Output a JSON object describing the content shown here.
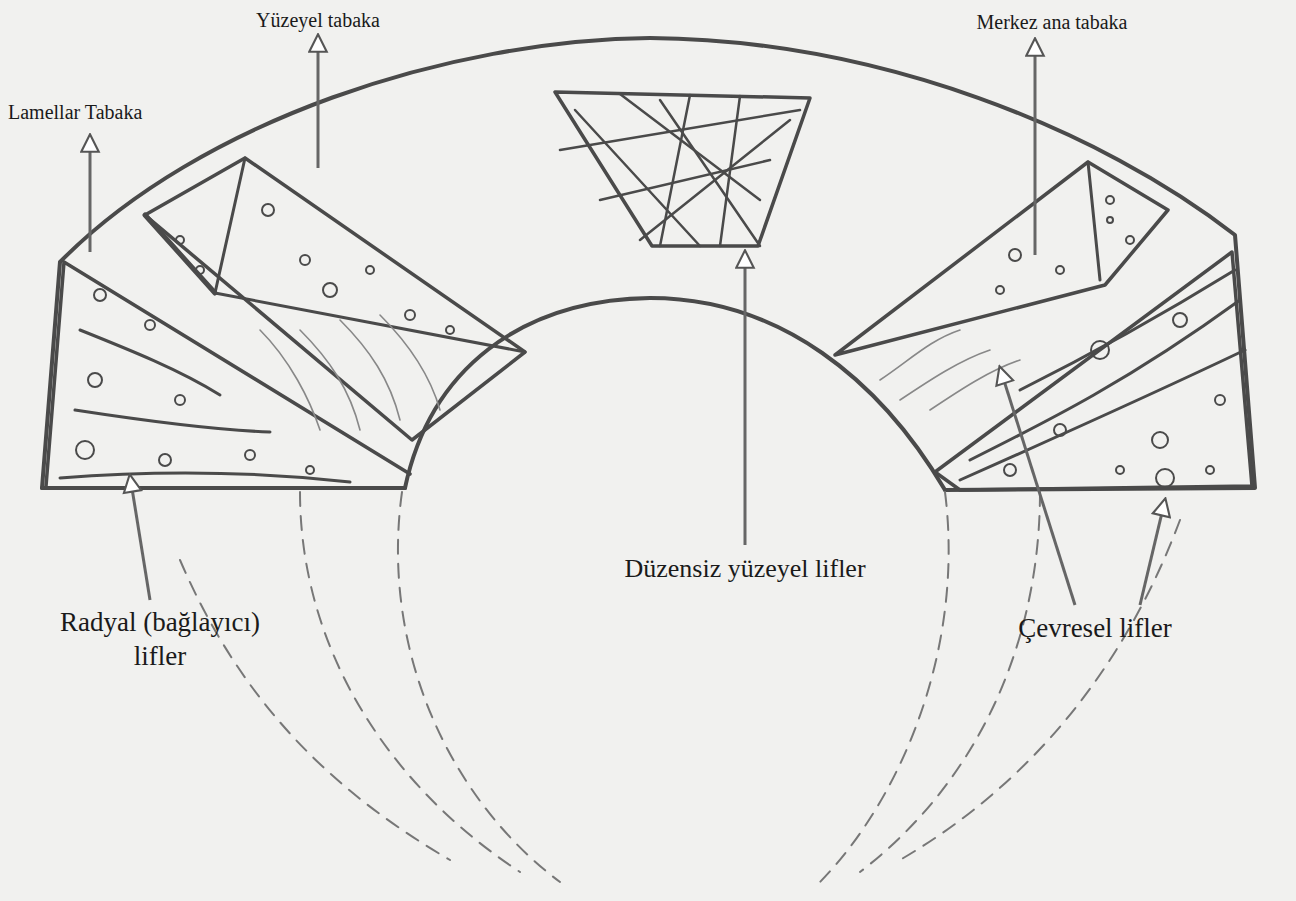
{
  "diagram": {
    "labels": [
      "Yüzeyel tabaka",
      "Merkez ana tabaka",
      "Lamellar Tabaka",
      "Düzensiz yüzeyel lifler",
      "Radyal (bağlayıcı) lifler",
      "Çevresel lifler"
    ]
  }
}
